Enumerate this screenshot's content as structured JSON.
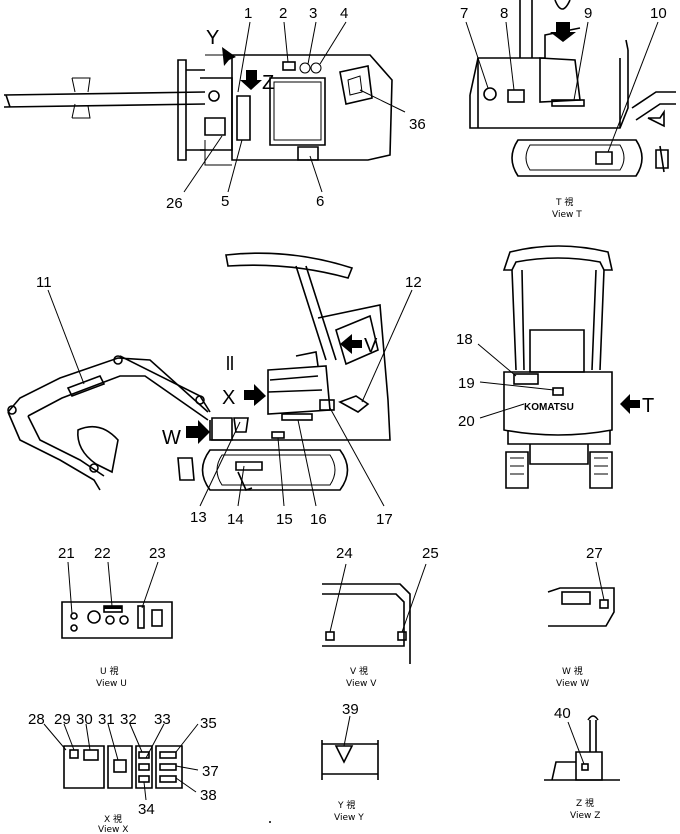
{
  "callouts": [
    "1",
    "2",
    "3",
    "4",
    "5",
    "6",
    "7",
    "8",
    "9",
    "10",
    "11",
    "12",
    "13",
    "14",
    "15",
    "16",
    "17",
    "18",
    "19",
    "20",
    "21",
    "22",
    "23",
    "24",
    "25",
    "26",
    "27",
    "28",
    "29",
    "30",
    "31",
    "32",
    "33",
    "34",
    "35",
    "36",
    "37",
    "38",
    "39",
    "40"
  ],
  "view_letters": {
    "y": "Y",
    "z": "Z",
    "u": "U",
    "v": "V",
    "x": "X",
    "w": "W",
    "t": "T"
  },
  "brand": "KOMATSU",
  "views": {
    "t": {
      "kanji": "T  視",
      "caption": "View  T"
    },
    "u": {
      "kanji": "U  視",
      "caption": "View  U"
    },
    "v": {
      "kanji": "V  視",
      "caption": "View  V"
    },
    "w": {
      "kanji": "W  視",
      "caption": "View  W"
    },
    "x": {
      "kanji": "X  視",
      "caption": "View  X"
    },
    "y": {
      "kanji": "Y  視",
      "caption": "View  Y"
    },
    "z": {
      "kanji": "Z  視",
      "caption": "View  Z"
    }
  }
}
